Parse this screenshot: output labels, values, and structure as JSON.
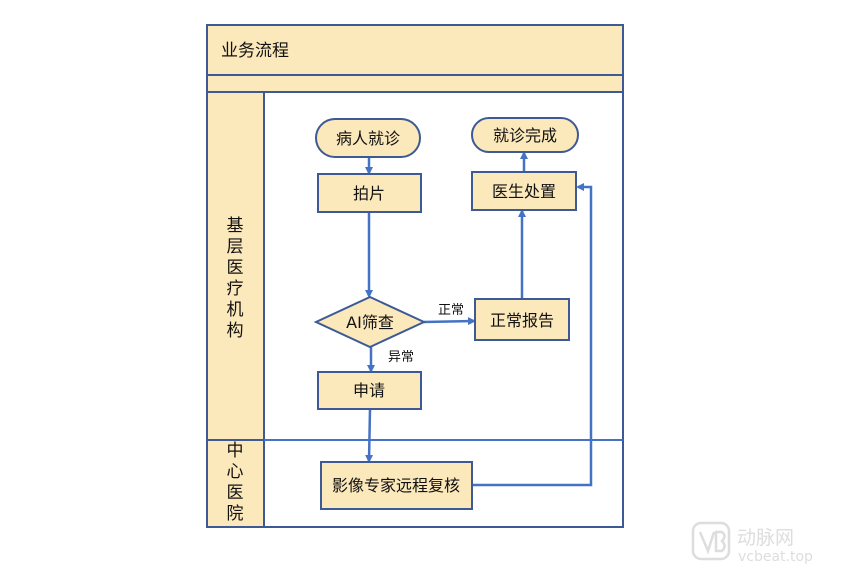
{
  "title": "业务流程",
  "lanes": {
    "primary": "基层医疗机构",
    "central": "中心医院"
  },
  "nodes": {
    "visit": "病人就诊",
    "xray": "拍片",
    "ai_screen": "AI筛查",
    "apply": "申请",
    "normal_report": "正常报告",
    "doctor": "医生处置",
    "done": "就诊完成",
    "remote_review": "影像专家远程复核"
  },
  "edges": {
    "normal": "正常",
    "abnormal": "异常"
  },
  "watermark": {
    "brand": "动脉网",
    "site": "vcbeat.top"
  },
  "colors": {
    "fill": "#fbe8bb",
    "border": "#3d5a96",
    "arrow": "#4472c4"
  }
}
